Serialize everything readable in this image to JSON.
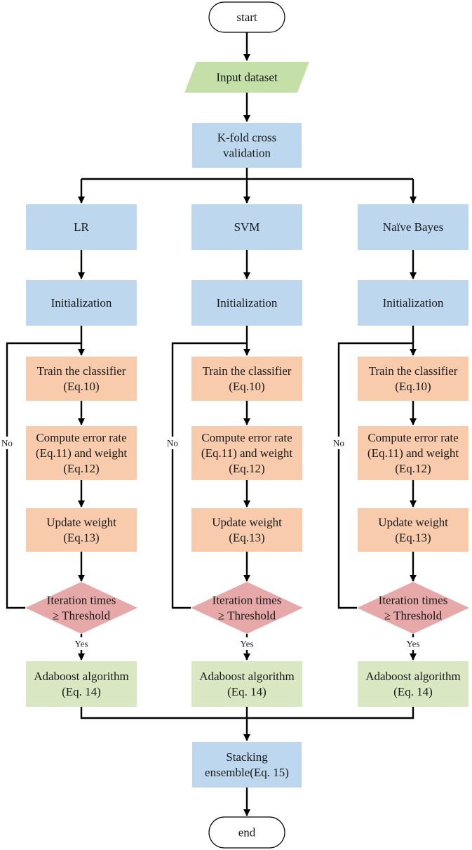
{
  "colors": {
    "blue": "#bdd7ee",
    "orange": "#f8cbad",
    "green": "#d9e7c3",
    "input_green": "#c5dfa8",
    "diamond": "#e6a8a8",
    "edge": "#000000"
  },
  "nodes": {
    "start": "start",
    "input": "Input dataset",
    "kfold": [
      "K-fold cross",
      "validation"
    ],
    "stacking": [
      "Stacking",
      "ensemble(Eq. 15)"
    ],
    "end": "end"
  },
  "branches": [
    {
      "classifier": "LR",
      "init": "Initialization",
      "train": [
        "Train the classifier",
        "(Eq.10)"
      ],
      "error": [
        "Compute error rate",
        "(Eq.11) and weight",
        "(Eq.12)"
      ],
      "update": [
        "Update weight",
        "(Eq.13)"
      ],
      "decision": [
        "Iteration times",
        "≥ Threshold"
      ],
      "no_label": "No",
      "yes_label": "Yes",
      "adaboost": [
        "Adaboost algorithm",
        "(Eq. 14)"
      ]
    },
    {
      "classifier": "SVM",
      "init": "Initialization",
      "train": [
        "Train the classifier",
        "(Eq.10)"
      ],
      "error": [
        "Compute error rate",
        "(Eq.11) and weight",
        "(Eq.12)"
      ],
      "update": [
        "Update weight",
        "(Eq.13)"
      ],
      "decision": [
        "Iteration times",
        "≥ Threshold"
      ],
      "no_label": "No",
      "yes_label": "Yes",
      "adaboost": [
        "Adaboost algorithm",
        "(Eq. 14)"
      ]
    },
    {
      "classifier": "Naïve Bayes",
      "init": "Initialization",
      "train": [
        "Train the classifier",
        "(Eq.10)"
      ],
      "error": [
        "Compute error rate",
        "(Eq.11) and weight",
        "(Eq.12)"
      ],
      "update": [
        "Update weight",
        "(Eq.13)"
      ],
      "decision": [
        "Iteration times",
        "≥ Threshold"
      ],
      "no_label": "No",
      "yes_label": "Yes",
      "adaboost": [
        "Adaboost algorithm",
        "(Eq. 14)"
      ]
    }
  ]
}
